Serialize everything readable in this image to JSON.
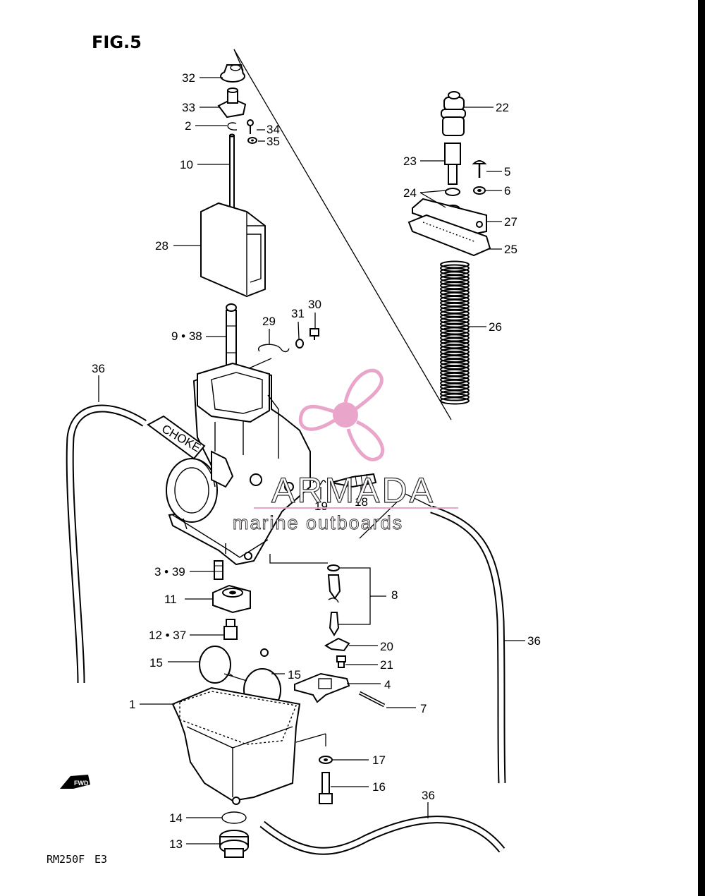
{
  "figure": {
    "title": "FIG.5",
    "model": "RM250F",
    "region": "E3",
    "fwd_label": "FWD"
  },
  "watermark": {
    "brand": "ARMADA",
    "tagline": "marine outboards",
    "color": "#e8a2c8"
  },
  "labels": {
    "l32": "32",
    "l33": "33",
    "l2": "2",
    "l34": "34",
    "l35": "35",
    "l10": "10",
    "l28": "28",
    "l9_38": "9 • 38",
    "l29": "29",
    "l31": "31",
    "l30": "30",
    "l36a": "36",
    "l36b": "36",
    "l36c": "36",
    "l22": "22",
    "l23": "23",
    "l5": "5",
    "l24": "24",
    "l6": "6",
    "l27": "27",
    "l25": "25",
    "l26": "26",
    "l19": "19",
    "l18": "18",
    "l3_39": "3 • 39",
    "l11": "11",
    "l12_37": "12 • 37",
    "l8": "8",
    "l20": "20",
    "l21": "21",
    "l4": "4",
    "l7": "7",
    "l15a": "15",
    "l15b": "15",
    "l1": "1",
    "l17": "17",
    "l16": "16",
    "l14": "14",
    "l13": "13",
    "choke": "CHOKE"
  }
}
